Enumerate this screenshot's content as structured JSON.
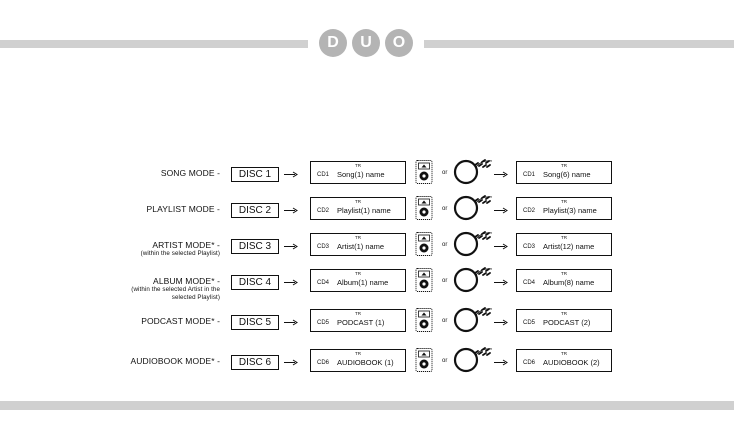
{
  "header": {
    "logo_letters": [
      "D",
      "U",
      "O"
    ]
  },
  "connector": "or",
  "rows": [
    {
      "mode": "SONG MODE -",
      "sub": "",
      "disc": "DISC 1",
      "left": {
        "tr": "TR",
        "cd": "CD1",
        "text": "Song(1) name"
      },
      "right": {
        "tr": "TR",
        "cd": "CD1",
        "text": "Song(6) name"
      }
    },
    {
      "mode": "PLAYLIST MODE -",
      "sub": "",
      "disc": "DISC 2",
      "left": {
        "tr": "TR",
        "cd": "CD2",
        "text": "Playlist(1) name"
      },
      "right": {
        "tr": "TR",
        "cd": "CD2",
        "text": "Playlist(3) name"
      }
    },
    {
      "mode": "ARTIST MODE* -",
      "sub": "(within the selected Playlist)",
      "disc": "DISC 3",
      "left": {
        "tr": "TR",
        "cd": "CD3",
        "text": "Artist(1) name"
      },
      "right": {
        "tr": "TR",
        "cd": "CD3",
        "text": "Artist(12) name"
      }
    },
    {
      "mode": "ALBUM MODE* -",
      "sub": "(within the selected Artist in the selected Playlist)",
      "disc": "DISC 4",
      "left": {
        "tr": "TR",
        "cd": "CD4",
        "text": "Album(1) name"
      },
      "right": {
        "tr": "TR",
        "cd": "CD4",
        "text": "Album(8) name"
      }
    },
    {
      "mode": "PODCAST MODE* -",
      "sub": "",
      "disc": "DISC 5",
      "left": {
        "tr": "TR",
        "cd": "CD5",
        "text": "PODCAST (1)"
      },
      "right": {
        "tr": "TR",
        "cd": "CD5",
        "text": "PODCAST (2)"
      }
    },
    {
      "mode": "AUDIOBOOK MODE* -",
      "sub": "",
      "disc": "DISC 6",
      "left": {
        "tr": "TR",
        "cd": "CD6",
        "text": "AUDIOBOOK (1)"
      },
      "right": {
        "tr": "TR",
        "cd": "CD6",
        "text": "AUDIOBOOK (2)"
      }
    }
  ]
}
